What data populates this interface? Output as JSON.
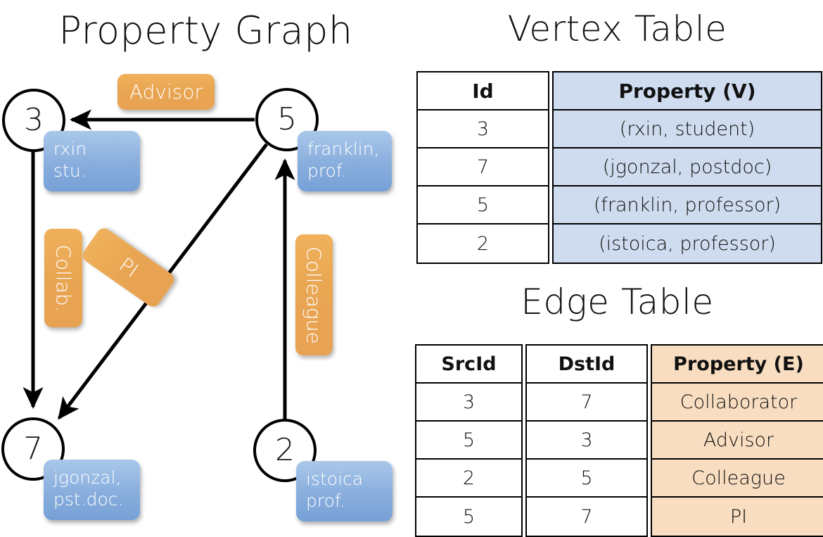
{
  "titles": {
    "property_graph": "Property Graph",
    "vertex_table": "Vertex Table",
    "edge_table": "Edge Table"
  },
  "graph": {
    "nodes": [
      {
        "id": "3",
        "property_lines": [
          "rxin",
          "stu."
        ]
      },
      {
        "id": "5",
        "property_lines": [
          "franklin,",
          "prof."
        ]
      },
      {
        "id": "7",
        "property_lines": [
          "jgonzal,",
          "pst.doc."
        ]
      },
      {
        "id": "2",
        "property_lines": [
          "istoica",
          "prof."
        ]
      }
    ],
    "edge_labels": [
      {
        "label": "Advisor",
        "from": "5",
        "to": "3"
      },
      {
        "label": "Collab.",
        "from": "3",
        "to": "7"
      },
      {
        "label": "PI",
        "from": "5",
        "to": "7"
      },
      {
        "label": "Colleague",
        "from": "2",
        "to": "5"
      }
    ]
  },
  "vertex_table": {
    "headers": [
      "Id",
      "Property (V)"
    ],
    "rows": [
      {
        "id": "3",
        "property": "(rxin, student)"
      },
      {
        "id": "7",
        "property": "(jgonzal, postdoc)"
      },
      {
        "id": "5",
        "property": "(franklin, professor)"
      },
      {
        "id": "2",
        "property": "(istoica, professor)"
      }
    ]
  },
  "edge_table": {
    "headers": [
      "SrcId",
      "DstId",
      "Property (E)"
    ],
    "rows": [
      {
        "src": "3",
        "dst": "7",
        "property": "Collaborator"
      },
      {
        "src": "5",
        "dst": "3",
        "property": "Advisor"
      },
      {
        "src": "2",
        "dst": "5",
        "property": "Colleague"
      },
      {
        "src": "5",
        "dst": "7",
        "property": "PI"
      }
    ]
  },
  "colors": {
    "vertex_property_fill": "#cfdcef",
    "edge_property_fill": "#f8ddc0",
    "node_property_box": "#89aedd",
    "edge_label_box": "#e8a552",
    "background": "#ffffff",
    "stroke": "#000000"
  }
}
